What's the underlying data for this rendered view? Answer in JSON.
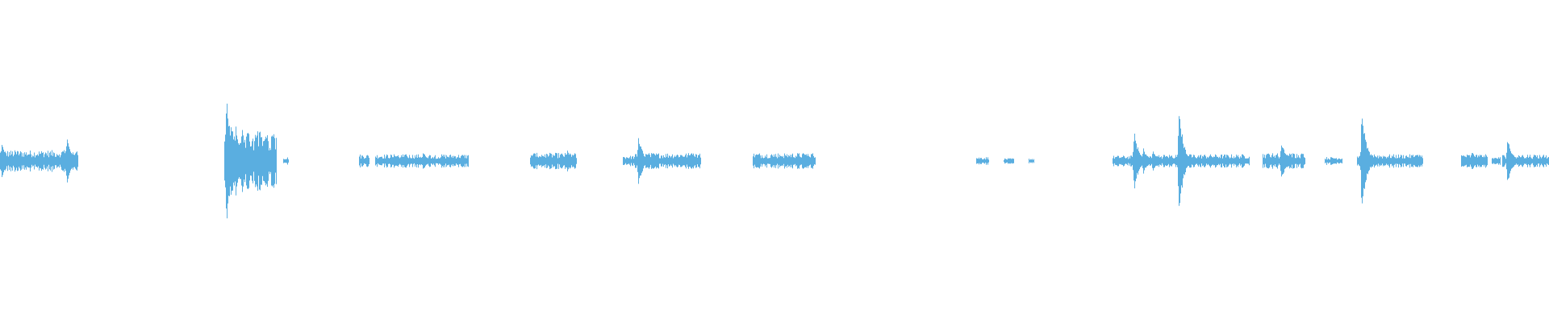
{
  "waveform": {
    "color": "#5aaee0",
    "segments": [
      {
        "start": 0.0,
        "end": 0.05,
        "level": 0.08,
        "peaks": [
          [
            0.001,
            0.18
          ],
          [
            0.029,
            0.1
          ],
          [
            0.043,
            0.26
          ]
        ]
      },
      {
        "start": 0.145,
        "end": 0.178,
        "level": 0.22,
        "peaks": [
          [
            0.146,
            0.8
          ],
          [
            0.149,
            0.44
          ],
          [
            0.152,
            0.38
          ],
          [
            0.156,
            0.34
          ],
          [
            0.16,
            0.3
          ],
          [
            0.165,
            0.28
          ],
          [
            0.17,
            0.24
          ],
          [
            0.175,
            0.26
          ]
        ]
      },
      {
        "start": 0.183,
        "end": 0.186,
        "level": 0.03,
        "peaks": []
      },
      {
        "start": 0.232,
        "end": 0.238,
        "level": 0.05,
        "peaks": []
      },
      {
        "start": 0.242,
        "end": 0.302,
        "level": 0.05,
        "peaks": [
          [
            0.254,
            0.08
          ],
          [
            0.273,
            0.09
          ]
        ]
      },
      {
        "start": 0.342,
        "end": 0.372,
        "level": 0.06,
        "peaks": [
          [
            0.344,
            0.09
          ],
          [
            0.366,
            0.12
          ]
        ]
      },
      {
        "start": 0.402,
        "end": 0.41,
        "level": 0.04,
        "peaks": []
      },
      {
        "start": 0.41,
        "end": 0.452,
        "level": 0.06,
        "peaks": [
          [
            0.412,
            0.28
          ],
          [
            0.446,
            0.12
          ]
        ]
      },
      {
        "start": 0.486,
        "end": 0.526,
        "level": 0.06,
        "peaks": [
          [
            0.498,
            0.07
          ],
          [
            0.52,
            0.08
          ]
        ]
      },
      {
        "start": 0.63,
        "end": 0.638,
        "level": 0.03,
        "peaks": []
      },
      {
        "start": 0.648,
        "end": 0.654,
        "level": 0.02,
        "peaks": []
      },
      {
        "start": 0.664,
        "end": 0.667,
        "level": 0.02,
        "peaks": []
      },
      {
        "start": 0.718,
        "end": 0.742,
        "level": 0.04,
        "peaks": [
          [
            0.732,
            0.34
          ],
          [
            0.738,
            0.14
          ]
        ]
      },
      {
        "start": 0.742,
        "end": 0.806,
        "level": 0.05,
        "peaks": [
          [
            0.744,
            0.12
          ],
          [
            0.761,
            0.58
          ]
        ]
      },
      {
        "start": 0.815,
        "end": 0.842,
        "level": 0.06,
        "peaks": [
          [
            0.818,
            0.1
          ],
          [
            0.827,
            0.22
          ],
          [
            0.84,
            0.08
          ]
        ]
      },
      {
        "start": 0.855,
        "end": 0.866,
        "level": 0.03,
        "peaks": []
      },
      {
        "start": 0.876,
        "end": 0.918,
        "level": 0.05,
        "peaks": [
          [
            0.879,
            0.58
          ],
          [
            0.914,
            0.08
          ]
        ]
      },
      {
        "start": 0.943,
        "end": 0.96,
        "level": 0.05,
        "peaks": [
          [
            0.95,
            0.1
          ],
          [
            0.955,
            0.08
          ]
        ]
      },
      {
        "start": 0.963,
        "end": 0.968,
        "level": 0.03,
        "peaks": []
      },
      {
        "start": 0.97,
        "end": 1.0,
        "level": 0.05,
        "peaks": [
          [
            0.973,
            0.26
          ],
          [
            0.99,
            0.07
          ]
        ]
      }
    ]
  }
}
